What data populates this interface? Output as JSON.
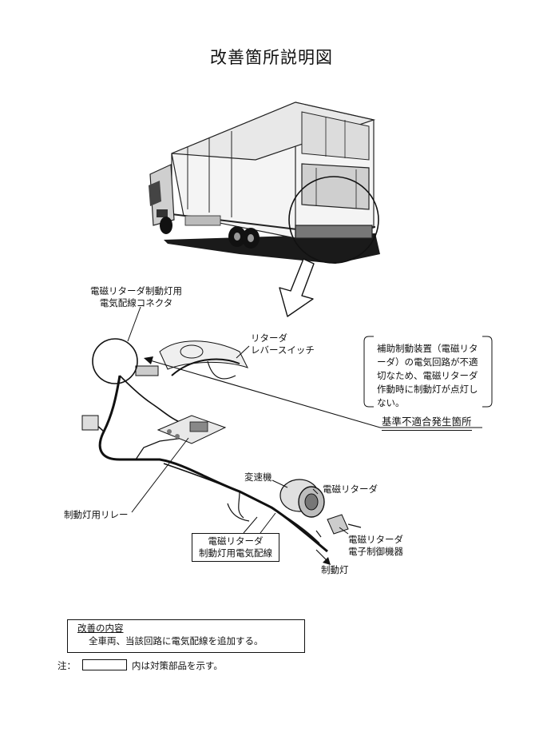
{
  "title": "改善箇所説明図",
  "labels": {
    "connector_line1": "電磁リターダ制動灯用",
    "connector_line2": "電気配線コネクタ",
    "lever_line1": "リターダ",
    "lever_line2": "レバースイッチ",
    "transmission": "変速機",
    "retarder": "電磁リターダ",
    "relay": "制動灯用リレー",
    "wiring_line1": "電磁リターダ",
    "wiring_line2": "制動灯用電気配線",
    "controller_line1": "電磁リターダ",
    "controller_line2": "電子制御機器",
    "brake_lamp": "制動灯"
  },
  "note": "補助制動装置（電磁リターダ）の電気回路が不適切なため、電磁リターダ作動時に制動灯が点灯しない。",
  "noncompliant_label": "基準不適合発生箇所",
  "improvement": {
    "title": "改善の内容",
    "body": "全車両、当該回路に電気配線を追加する。"
  },
  "footnote": {
    "prefix": "注：",
    "suffix": "内は対策部品を示す。"
  }
}
